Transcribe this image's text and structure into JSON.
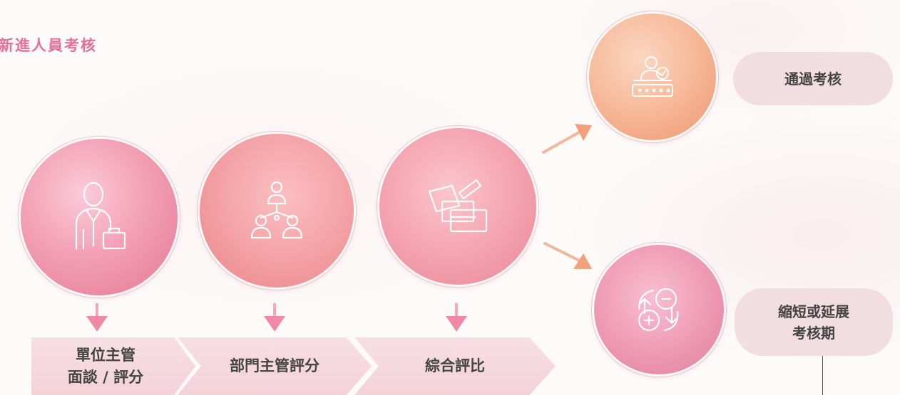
{
  "title": "新進人員考核",
  "steps": [
    {
      "line1": "單位主管",
      "line2": "面談 / 評分",
      "icon": "manager-briefcase-icon"
    },
    {
      "line1": "部門主管評分",
      "icon": "org-hierarchy-icon"
    },
    {
      "line1": "綜合評比",
      "icon": "cards-pencil-icon"
    }
  ],
  "outcomes": [
    {
      "line1": "通過考核",
      "icon": "user-check-password-icon"
    },
    {
      "line1": "縮短或延展",
      "line2": "考核期",
      "icon": "plus-minus-cycle-icon"
    }
  ],
  "colors": {
    "title": "#e46f99",
    "arrow": "#f08aa4",
    "chevron": "#f5d9de",
    "pill": "#f2dde2",
    "orange_arrow": "#f2a07a"
  }
}
